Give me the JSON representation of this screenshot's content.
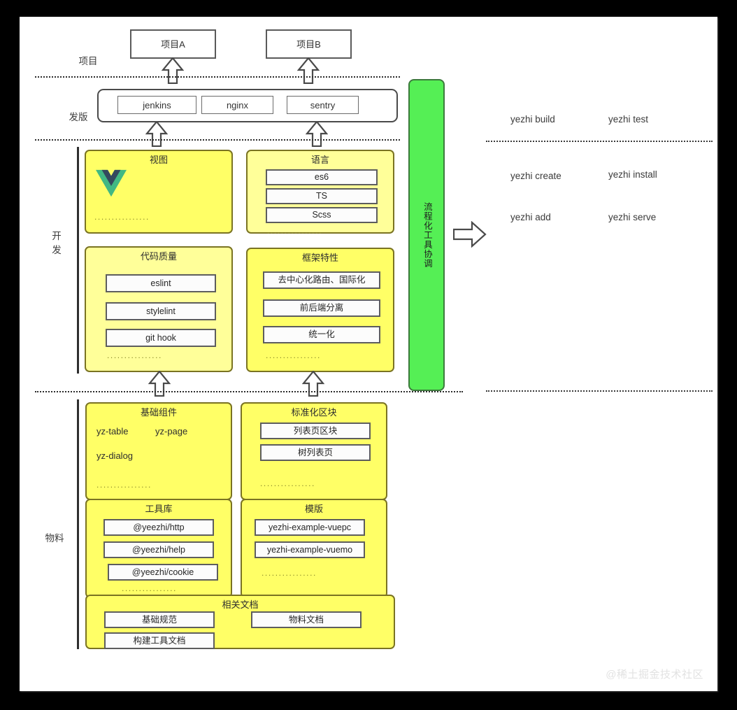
{
  "rows": {
    "project_label": "项目",
    "release_label": "发版",
    "develop_label": [
      "开",
      "发"
    ],
    "material_label": "物料"
  },
  "projects": [
    {
      "label": "项目A"
    },
    {
      "label": "项目B"
    }
  ],
  "release": {
    "items": [
      {
        "label": "jenkins"
      },
      {
        "label": "nginx"
      },
      {
        "label": "sentry"
      }
    ]
  },
  "develop": {
    "cards": [
      {
        "title": "视图",
        "icon": "vue-logo",
        "chips": [],
        "texts": [],
        "dots": "................"
      },
      {
        "title": "语言",
        "chips": [
          {
            "label": "es6"
          },
          {
            "label": "TS"
          },
          {
            "label": "Scss"
          }
        ],
        "texts": [],
        "dots": "................"
      },
      {
        "title": "代码质量",
        "chips": [
          {
            "label": "eslint"
          },
          {
            "label": "stylelint"
          },
          {
            "label": "git hook"
          }
        ],
        "texts": [],
        "dots": "................"
      },
      {
        "title": "框架特性",
        "chips": [
          {
            "label": "去中心化路由、国际化"
          },
          {
            "label": "前后端分离"
          },
          {
            "label": "统一化"
          }
        ],
        "texts": [],
        "dots": "................"
      }
    ]
  },
  "material": {
    "cards": [
      {
        "title": "基础组件",
        "chips": [],
        "texts": [
          "yz-table",
          "yz-page",
          "yz-dialog"
        ],
        "dots": "................"
      },
      {
        "title": "标准化区块",
        "chips": [
          {
            "label": "列表页区块"
          },
          {
            "label": "树列表页"
          }
        ],
        "texts": [],
        "dots": "................"
      },
      {
        "title": "工具库",
        "chips": [
          {
            "label": "@yeezhi/http"
          },
          {
            "label": "@yeezhi/help"
          },
          {
            "label": "@yeezhi/cookie"
          }
        ],
        "texts": [],
        "dots": "................"
      },
      {
        "title": "模版",
        "chips": [
          {
            "label": "yezhi-example-vuepc"
          },
          {
            "label": "yezhi-example-vuemo"
          }
        ],
        "texts": [],
        "dots": "................"
      },
      {
        "title": "相关文档",
        "chips": [
          {
            "label": "基础规范"
          },
          {
            "label": "物料文档"
          },
          {
            "label": "构建工具文档"
          }
        ],
        "texts": [],
        "dots": ""
      }
    ]
  },
  "pipeline": {
    "text": "流程化工具协调"
  },
  "cli": {
    "commands": [
      {
        "label": "yezhi build"
      },
      {
        "label": "yezhi test"
      },
      {
        "label": "yezhi create"
      },
      {
        "label": "yezhi install"
      },
      {
        "label": "yezhi add"
      },
      {
        "label": "yezhi serve"
      }
    ]
  },
  "watermark": {
    "text": "@稀土掘金技术社区"
  },
  "colors": {
    "card_bright": "#ffff66",
    "card_pale": "#ffff99",
    "card_border": "#7a7322",
    "pipeline_green": "#55ef55",
    "pipeline_border": "#3c7a3c",
    "line": "#2b2b2b",
    "canvas": "#ffffff",
    "frame": "#000000"
  }
}
